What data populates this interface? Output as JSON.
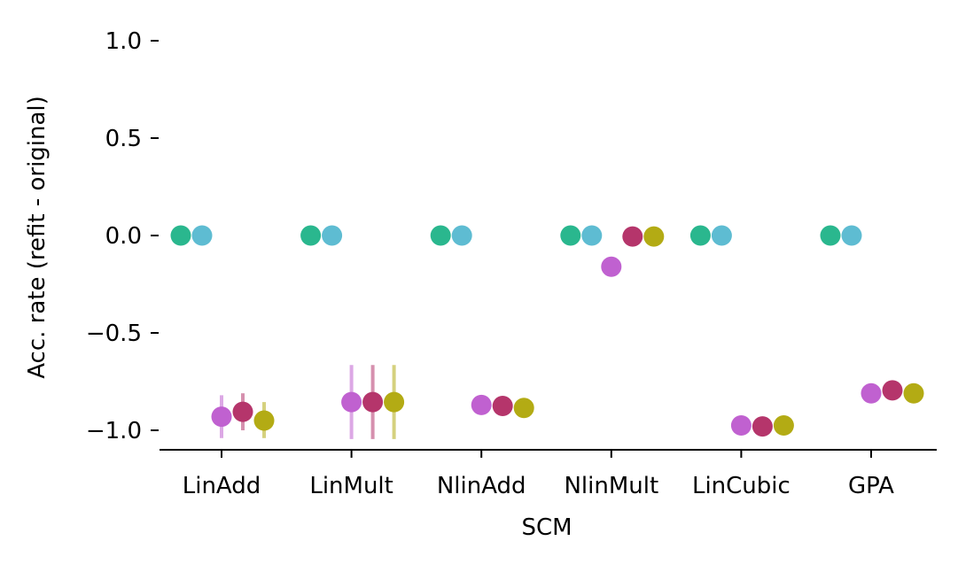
{
  "chart_data": {
    "type": "scatter",
    "xlabel": "SCM",
    "ylabel": "Acc. rate (refit - original)",
    "categories": [
      "LinAdd",
      "LinMult",
      "NlinAdd",
      "NlinMult",
      "LinCubic",
      "GPA"
    ],
    "ylim": [
      -1.1,
      1.05
    ],
    "yticks": [
      1.0,
      0.5,
      0.0,
      -0.5,
      -1.0
    ],
    "ytick_labels": [
      "1.0",
      "0.5",
      "0.0",
      "−0.5",
      "−1.0"
    ],
    "grid": false,
    "series": [
      {
        "color": "#2ab78e",
        "values": [
          0.0,
          0.0,
          0.0,
          0.0,
          0.0,
          0.0
        ],
        "err_low": [
          null,
          null,
          null,
          null,
          null,
          null
        ],
        "err_high": [
          null,
          null,
          null,
          null,
          null,
          null
        ]
      },
      {
        "color": "#5ebcd2",
        "values": [
          0.0,
          0.0,
          0.0,
          0.0,
          0.0,
          0.0
        ],
        "err_low": [
          null,
          null,
          null,
          null,
          null,
          null
        ],
        "err_high": [
          null,
          null,
          null,
          null,
          null,
          null
        ]
      },
      {
        "color": "#c061d0",
        "values": [
          -0.93,
          -0.855,
          -0.87,
          -0.16,
          -0.975,
          -0.81
        ],
        "err_low": [
          -1.04,
          -1.045,
          null,
          null,
          null,
          null
        ],
        "err_high": [
          -0.82,
          -0.665,
          null,
          null,
          null,
          null
        ]
      },
      {
        "color": "#b5356b",
        "values": [
          -0.905,
          -0.855,
          -0.875,
          -0.005,
          -0.98,
          -0.795
        ],
        "err_low": [
          -1.0,
          -1.045,
          null,
          null,
          null,
          null
        ],
        "err_high": [
          -0.81,
          -0.665,
          null,
          null,
          null,
          null
        ]
      },
      {
        "color": "#b3ab14",
        "values": [
          -0.95,
          -0.855,
          -0.885,
          -0.005,
          -0.975,
          -0.81
        ],
        "err_low": [
          -1.04,
          -1.045,
          null,
          null,
          null,
          null
        ],
        "err_high": [
          -0.855,
          -0.665,
          null,
          null,
          null,
          null
        ]
      }
    ]
  }
}
